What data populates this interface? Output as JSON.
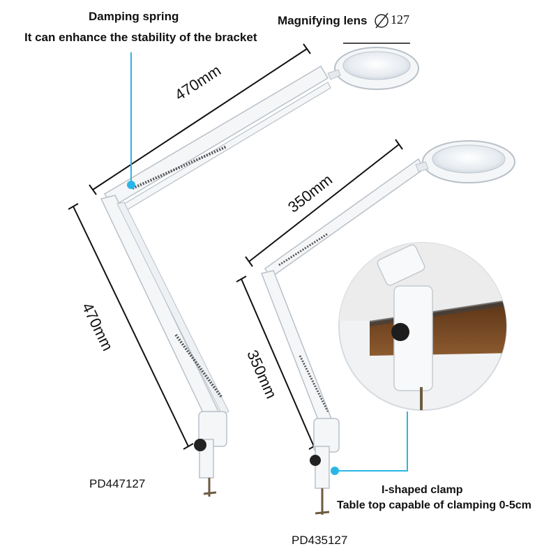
{
  "annotations": {
    "spring_title": "Damping spring",
    "spring_desc": "It can enhance the stability of the bracket",
    "lens_label": "Magnifying lens",
    "lens_dia": "127",
    "clamp_title": "I-shaped clamp",
    "clamp_desc": "Table top capable of clamping 0-5cm"
  },
  "dimensions": {
    "large_upper": "470mm",
    "large_lower": "470mm",
    "small_upper": "350mm",
    "small_lower": "350mm"
  },
  "models": {
    "large": "PD447127",
    "small": "PD435127"
  },
  "colors": {
    "callout_line": "#29b6e6",
    "arm": "#f4f6f8",
    "arm_edge": "#b9c0c8",
    "desk": "#7a4a25"
  }
}
